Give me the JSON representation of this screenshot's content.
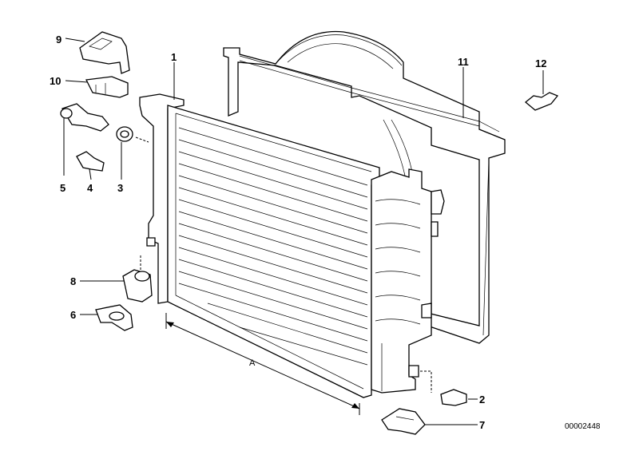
{
  "diagram": {
    "callouts": [
      {
        "id": "c1",
        "label": "1"
      },
      {
        "id": "c2",
        "label": "2"
      },
      {
        "id": "c3",
        "label": "3"
      },
      {
        "id": "c4",
        "label": "4"
      },
      {
        "id": "c5",
        "label": "5"
      },
      {
        "id": "c6",
        "label": "6"
      },
      {
        "id": "c7",
        "label": "7"
      },
      {
        "id": "c8",
        "label": "8"
      },
      {
        "id": "c9",
        "label": "9"
      },
      {
        "id": "c10",
        "label": "10"
      },
      {
        "id": "c11",
        "label": "11"
      },
      {
        "id": "c12",
        "label": "12"
      }
    ],
    "dimension_label": "A",
    "reference_code": "00002448"
  }
}
